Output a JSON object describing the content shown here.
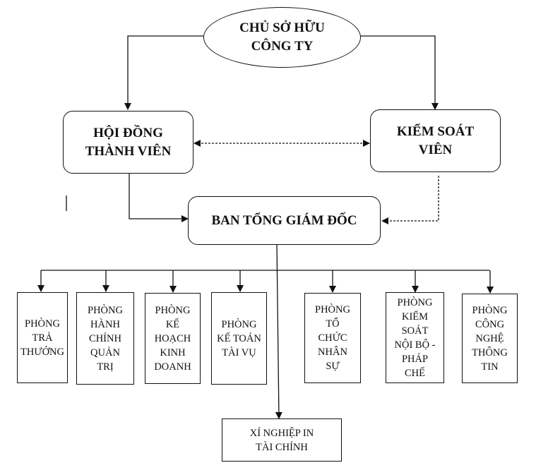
{
  "diagram": {
    "type": "org-chart",
    "owner": {
      "label": "CHỦ SỞ HỮU\nCÔNG TY"
    },
    "board": {
      "label": "HỘI ĐỒNG\nTHÀNH VIÊN"
    },
    "supervisor": {
      "label": "KIỂM SOÁT\nVIÊN"
    },
    "ceo_board": {
      "label": "BAN TỔNG GIÁM ĐỐC"
    },
    "departments": [
      {
        "id": "tra-thuong",
        "label": "PHÒNG\nTRẢ\nTHƯỞNG"
      },
      {
        "id": "hanh-chinh",
        "label": "PHÒNG\nHÀNH\nCHÍNH\nQUẢN\nTRỊ"
      },
      {
        "id": "ke-hoach",
        "label": "PHÒNG\nKẾ\nHOẠCH\nKINH\nDOANH"
      },
      {
        "id": "ke-toan",
        "label": "PHÒNG\nKẾ TOÁN\nTÀI VỤ"
      },
      {
        "id": "to-chuc",
        "label": "PHÒNG\nTỔ\nCHỨC\nNHÂN\nSỰ"
      },
      {
        "id": "kiem-soat-noi-bo",
        "label": "PHÒNG\nKIỂM\nSOÁT\nNỘI BỘ -\nPHÁP\nCHẾ"
      },
      {
        "id": "cong-nghe",
        "label": "PHÒNG\nCÔNG\nNGHỆ\nTHÔNG\nTIN"
      }
    ],
    "enterprise": {
      "label": "XÍ NGHIỆP IN\nTÀI CHÍNH"
    },
    "edges": [
      {
        "from": "owner",
        "to": "board",
        "style": "solid"
      },
      {
        "from": "owner",
        "to": "supervisor",
        "style": "solid"
      },
      {
        "from": "board",
        "to": "supervisor",
        "style": "dashed",
        "bidirectional": true
      },
      {
        "from": "board",
        "to": "ceo_board",
        "style": "solid"
      },
      {
        "from": "supervisor",
        "to": "ceo_board",
        "style": "dashed"
      },
      {
        "from": "ceo_board",
        "to": "departments",
        "style": "solid"
      },
      {
        "from": "ceo_board",
        "to": "enterprise",
        "style": "solid"
      }
    ]
  }
}
